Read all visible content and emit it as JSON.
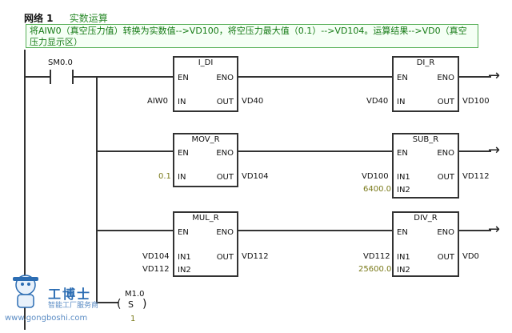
{
  "network": {
    "label": "网络 1",
    "title": "实数运算"
  },
  "comment": "将AIW0（真空压力值）转换为实数值-->VD100，将空压力最大值（0.1）-->VD104。运算结果-->VD0（真空压力显示区）",
  "contact": {
    "label": "SM0.0"
  },
  "blocks": {
    "idi": {
      "name": "I_DI",
      "en": "EN",
      "eno": "ENO",
      "in": "IN",
      "out": "OUT",
      "in_op": "AIW0",
      "out_op": "VD40"
    },
    "dir": {
      "name": "DI_R",
      "en": "EN",
      "eno": "ENO",
      "in": "IN",
      "out": "OUT",
      "in_op": "VD40",
      "out_op": "VD100"
    },
    "movr": {
      "name": "MOV_R",
      "en": "EN",
      "eno": "ENO",
      "in": "IN",
      "out": "OUT",
      "in_op": "0.1",
      "out_op": "VD104"
    },
    "subr": {
      "name": "SUB_R",
      "en": "EN",
      "eno": "ENO",
      "in1": "IN1",
      "in2": "IN2",
      "out": "OUT",
      "in1_op": "VD100",
      "in2_op": "6400.0",
      "out_op": "VD112"
    },
    "mulr": {
      "name": "MUL_R",
      "en": "EN",
      "eno": "ENO",
      "in1": "IN1",
      "in2": "IN2",
      "out": "OUT",
      "in1_op": "VD104",
      "in2_op": "VD112",
      "out_op": "VD112"
    },
    "divr": {
      "name": "DIV_R",
      "en": "EN",
      "eno": "ENO",
      "in1": "IN1",
      "in2": "IN2",
      "out": "OUT",
      "in1_op": "VD112",
      "in2_op": "25600.0",
      "out_op": "VD0"
    }
  },
  "coil": {
    "address": "M1.0",
    "type": "S",
    "count": "1"
  },
  "watermark": {
    "brand": "工博士",
    "sub": "智能工厂服务商",
    "url": "www.gongboshi.com"
  }
}
